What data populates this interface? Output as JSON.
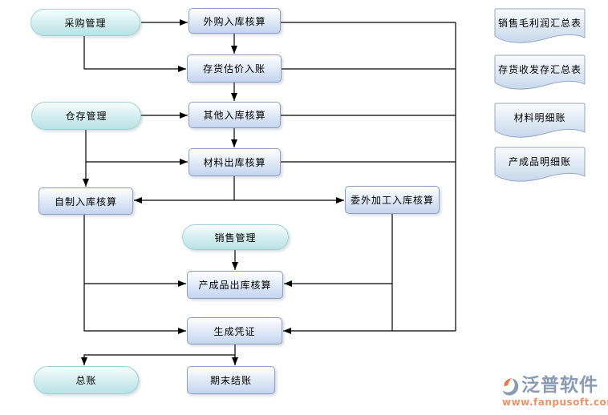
{
  "flowchart": {
    "pills": {
      "purchase": "采购管理",
      "warehouse": "仓存管理",
      "sales": "销售管理",
      "general_ledger": "总账"
    },
    "processes": {
      "purchased_inbound": "外购入库核算",
      "inventory_valuation": "存货估价入账",
      "other_inbound": "其他入库核算",
      "material_outbound": "材料出库核算",
      "self_made_inbound": "自制入库核算",
      "outsource_processing_inbound": "委外加工入库核算",
      "finished_goods_outbound": "产成品出库核算",
      "generate_voucher": "生成凭证",
      "period_end_closing": "期末结账"
    },
    "reports": [
      "销售毛利润汇总表",
      "存货收发存汇总表",
      "材料明细账",
      "产成品明细账"
    ]
  },
  "watermark": {
    "brand": "泛普软件",
    "url": "www.fanpusoft.com"
  },
  "colors": {
    "background": "#ffffff",
    "connector": "#000000",
    "pill_fill_top": "#f7fdfd",
    "pill_fill_bottom": "#b9e2e6",
    "pill_border": "#a3d2d4",
    "process_fill_top": "#ffffff",
    "process_fill_bottom": "#c3d5ef",
    "process_border": "#8f9dbe",
    "document_fill_top": "#fafcfe",
    "document_fill_bottom": "#c6d8ec",
    "document_border": "#98a6c0",
    "brand_text": "#8a9ab3",
    "brand_url": "#e8936c",
    "brand_icon_orange": "#e2794e",
    "brand_icon_slate": "#8a9ab3"
  }
}
